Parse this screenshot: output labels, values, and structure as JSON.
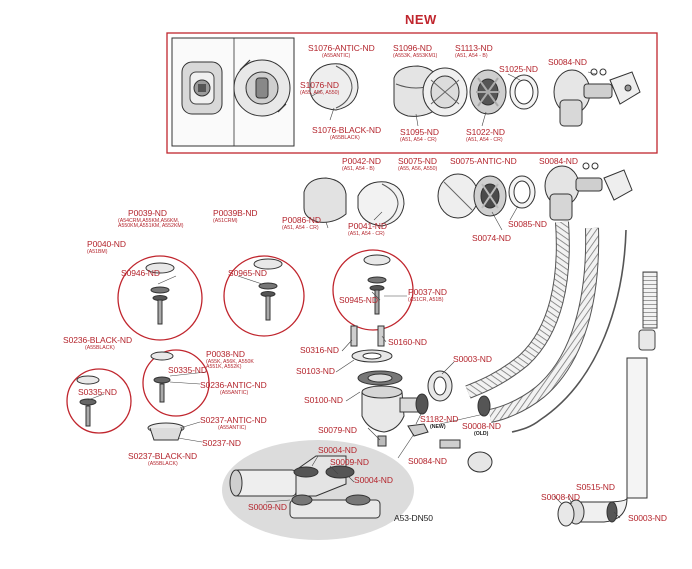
{
  "new_group_label": "NEW",
  "colors": {
    "accent": "#c0262e",
    "line": "#333333",
    "part_fill": "#e6e6e6",
    "part_dark": "#9a9a9a",
    "gray_bg": "#dcdcdc"
  },
  "labels": {
    "s1076_antic": {
      "code": "S1076-ANTIC-ND",
      "sub": "(A55ANTIC)"
    },
    "s1096": {
      "code": "S1096-ND",
      "sub": "(A553K, A553KM1)"
    },
    "s1113": {
      "code": "S1113-ND",
      "sub": "(A51, A54 - B)"
    },
    "s1025": {
      "code": "S1025-ND"
    },
    "s0084_top": {
      "code": "S0084-ND"
    },
    "s1076": {
      "code": "S1076-ND",
      "sub": "(A55, A56, A550)"
    },
    "s1076_black": {
      "code": "S1076-BLACK-ND",
      "sub": "(A55BLACK)"
    },
    "s1095": {
      "code": "S1095-ND",
      "sub": "(A51, A54 - CR)"
    },
    "s1022": {
      "code": "S1022-ND",
      "sub": "(A51, A54 - CR)"
    },
    "p0042": {
      "code": "P0042-ND",
      "sub": "(A51, A54 - B)"
    },
    "s0075": {
      "code": "S0075-ND",
      "sub": "(A55, A56, A550)"
    },
    "s0075_antic": {
      "code": "S0075-ANTIC-ND"
    },
    "s0084_mid": {
      "code": "S0084-ND"
    },
    "p0086": {
      "code": "P0086-ND",
      "sub": "(A51, A54 - CR)"
    },
    "p0041": {
      "code": "P0041-ND",
      "sub": "(A51, A54 - CR)"
    },
    "s0085": {
      "code": "S0085-ND"
    },
    "s0074": {
      "code": "S0074-ND"
    },
    "p0039": {
      "code": "P0039-ND",
      "sub": "(A54CRM,A55KM,A56KM, A550KM,A551KM, A552KM)"
    },
    "p0039b": {
      "code": "P0039B-ND",
      "sub": "(A51CRM)"
    },
    "p0040": {
      "code": "P0040-ND",
      "sub": "(A51BM)"
    },
    "s0946": {
      "code": "S0946-ND"
    },
    "s0965": {
      "code": "S0965-ND"
    },
    "s0945": {
      "code": "S0945-ND"
    },
    "p0037": {
      "code": "P0037-ND",
      "sub": "(A51CR, A51B)"
    },
    "s0236_black": {
      "code": "S0236-BLACK-ND",
      "sub": "(A55BLACK)"
    },
    "p0038": {
      "code": "P0038-ND",
      "sub": "(A55K, A56K, A550K A551K, A552K)"
    },
    "s0335_left": {
      "code": "S0335-ND"
    },
    "s0335_mid": {
      "code": "S0335-ND"
    },
    "s0236_antic": {
      "code": "S0236-ANTIC-ND",
      "sub": "(A55ANTIC)"
    },
    "s0237_antic": {
      "code": "S0237-ANTIC-ND",
      "sub": "(A55ANTIC)"
    },
    "s0237": {
      "code": "S0237-ND"
    },
    "s0237_black": {
      "code": "S0237-BLACK-ND",
      "sub": "(A55BLACK)"
    },
    "s0316": {
      "code": "S0316-ND"
    },
    "s0160": {
      "code": "S0160-ND"
    },
    "s0103": {
      "code": "S0103-ND"
    },
    "s0003_mid": {
      "code": "S0003-ND"
    },
    "s0100": {
      "code": "S0100-ND"
    },
    "s1182": {
      "code": "S1182-ND",
      "sub": "(NEW)"
    },
    "s0008_mid": {
      "code": "S0008-ND",
      "sub": "(OLD)"
    },
    "s0079": {
      "code": "S0079-ND"
    },
    "s0084_low": {
      "code": "S0084-ND"
    },
    "s0004_top": {
      "code": "S0004-ND"
    },
    "s0009_top": {
      "code": "S0009-ND"
    },
    "s0004_low": {
      "code": "S0004-ND"
    },
    "s0009_low": {
      "code": "S0009-ND"
    },
    "a53": {
      "code": "A53-DN50"
    },
    "s0515": {
      "code": "S0515-ND"
    },
    "s0008_low": {
      "code": "S0008-ND"
    },
    "s0003_low": {
      "code": "S0003-ND"
    }
  }
}
